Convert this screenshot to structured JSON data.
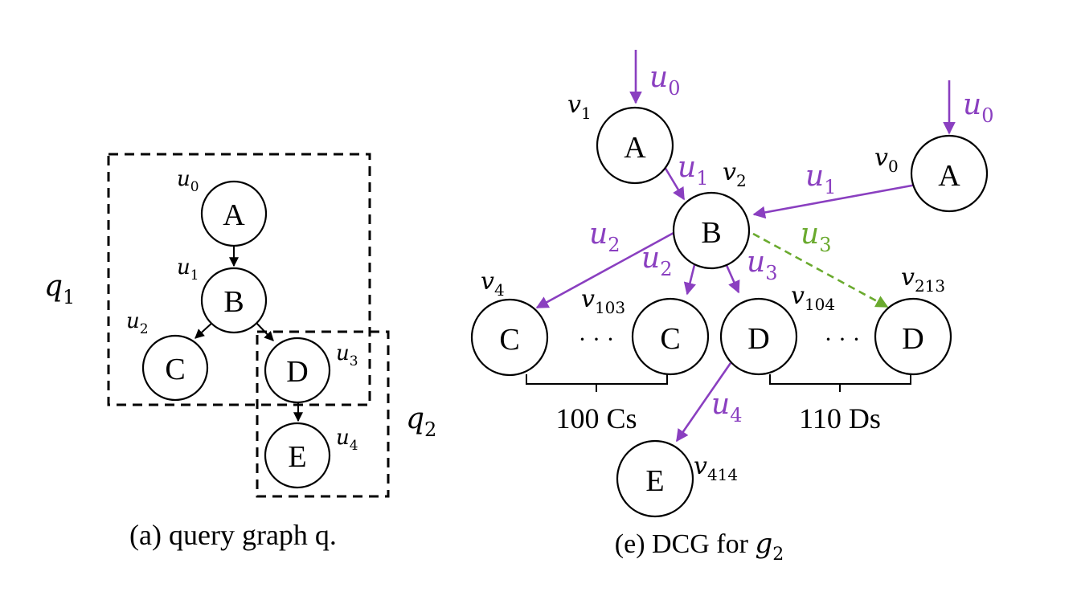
{
  "figure_a": {
    "caption": "(a) query graph q.",
    "subgraph_labels": {
      "q1": {
        "base": "q",
        "sub": "1"
      },
      "q2": {
        "base": "q",
        "sub": "2"
      }
    },
    "nodes": [
      {
        "id": "u0",
        "label": "A",
        "var": {
          "base": "u",
          "sub": "0"
        }
      },
      {
        "id": "u1",
        "label": "B",
        "var": {
          "base": "u",
          "sub": "1"
        }
      },
      {
        "id": "u2",
        "label": "C",
        "var": {
          "base": "u",
          "sub": "2"
        }
      },
      {
        "id": "u3",
        "label": "D",
        "var": {
          "base": "u",
          "sub": "3"
        }
      },
      {
        "id": "u4",
        "label": "E",
        "var": {
          "base": "u",
          "sub": "4"
        }
      }
    ]
  },
  "figure_e": {
    "caption_prefix": "(e) DCG for ",
    "caption_var": {
      "base": "g",
      "sub": "2"
    },
    "nodes": [
      {
        "id": "v1",
        "label": "A",
        "var": {
          "base": "v",
          "sub": "1"
        }
      },
      {
        "id": "v0",
        "label": "A",
        "var": {
          "base": "v",
          "sub": "0"
        }
      },
      {
        "id": "v2",
        "label": "B",
        "var": {
          "base": "v",
          "sub": "2"
        }
      },
      {
        "id": "v4",
        "label": "C",
        "var": {
          "base": "v",
          "sub": "4"
        }
      },
      {
        "id": "v103",
        "label": "C",
        "var": {
          "base": "v",
          "sub": "103"
        }
      },
      {
        "id": "v104",
        "label": "D",
        "var": {
          "base": "v",
          "sub": "104"
        }
      },
      {
        "id": "v213",
        "label": "D",
        "var": {
          "base": "v",
          "sub": "213"
        }
      },
      {
        "id": "v414",
        "label": "E",
        "var": {
          "base": "v",
          "sub": "414"
        }
      }
    ],
    "edge_labels": {
      "in_v1": {
        "base": "u",
        "sub": "0"
      },
      "in_v0": {
        "base": "u",
        "sub": "0"
      },
      "v1_v2": {
        "base": "u",
        "sub": "1"
      },
      "v0_v2": {
        "base": "u",
        "sub": "1"
      },
      "v2_v4": {
        "base": "u",
        "sub": "2"
      },
      "v2_v103": {
        "base": "u",
        "sub": "2"
      },
      "v2_v104": {
        "base": "u",
        "sub": "3"
      },
      "v2_v213": {
        "base": "u",
        "sub": "3"
      },
      "v104_v414": {
        "base": "u",
        "sub": "4"
      }
    },
    "ellipsis": "· · ·",
    "group_labels": {
      "cs": "100 Cs",
      "ds": "110 Ds"
    }
  },
  "colors": {
    "purple": "#8a3fc0",
    "green": "#6aaa2e",
    "black": "#000000"
  }
}
